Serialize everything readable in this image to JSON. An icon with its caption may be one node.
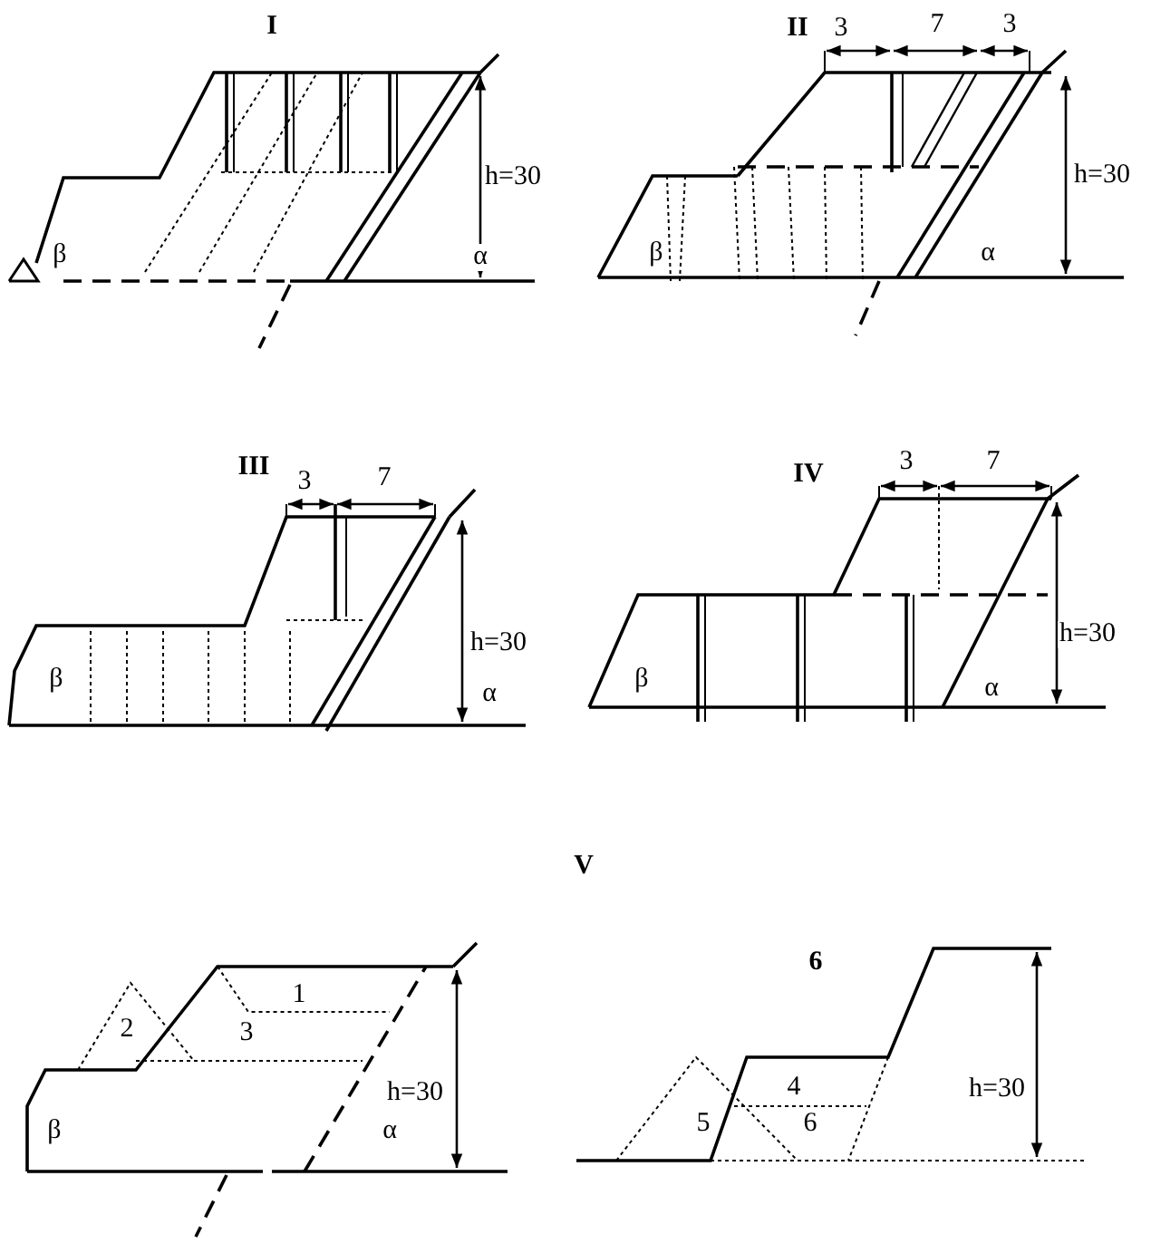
{
  "diagram": {
    "labels": [
      "I",
      "h=30",
      "β",
      "α",
      "II",
      "3",
      "7",
      "3",
      "h=30",
      "β",
      "α",
      "III",
      "3",
      "7",
      "h=30",
      "β",
      "α",
      "IV",
      "3",
      "7",
      "h=30",
      "β",
      "α",
      "V",
      "1",
      "2",
      "3",
      "h=30",
      "β",
      "α",
      "6",
      "4",
      "5",
      "6",
      "h=30"
    ]
  }
}
